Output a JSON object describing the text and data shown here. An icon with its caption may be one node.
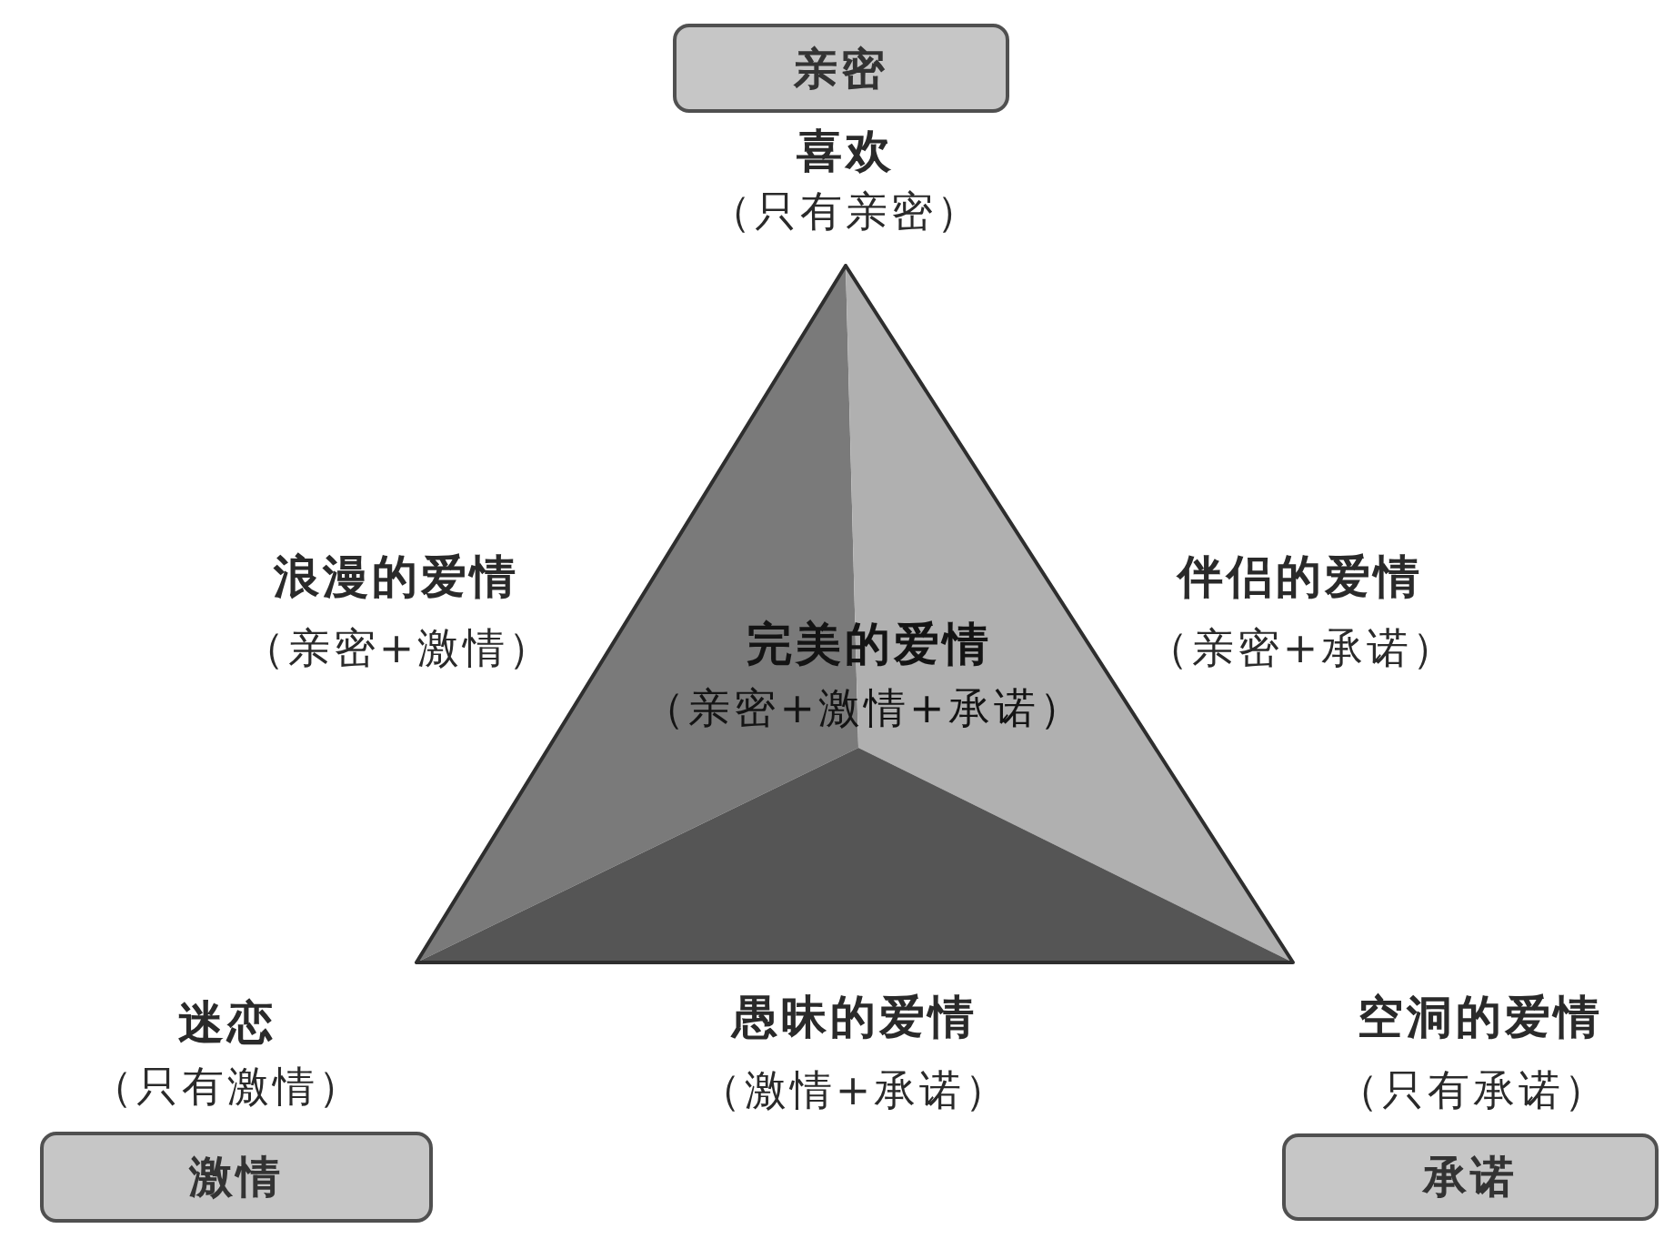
{
  "diagram": {
    "nodes": [
      {
        "text": [
          "亲密"
        ]
      },
      {
        "text": [
          "完美的爱情",
          "（亲密+激情+承诺）"
        ]
      },
      {
        "text": [
          "激情"
        ]
      },
      {
        "text": [
          "承诺"
        ]
      }
    ],
    "labels": [
      "喜欢",
      "（只有亲密）",
      "浪漫的爱情",
      "（亲密+激情）",
      "伴侣的爱情",
      "（亲密+承诺）",
      "迷恋",
      "（只有激情）",
      "愚昧的爱情",
      "（激情+承诺）",
      "空洞的爱情",
      "（只有承诺）"
    ]
  }
}
